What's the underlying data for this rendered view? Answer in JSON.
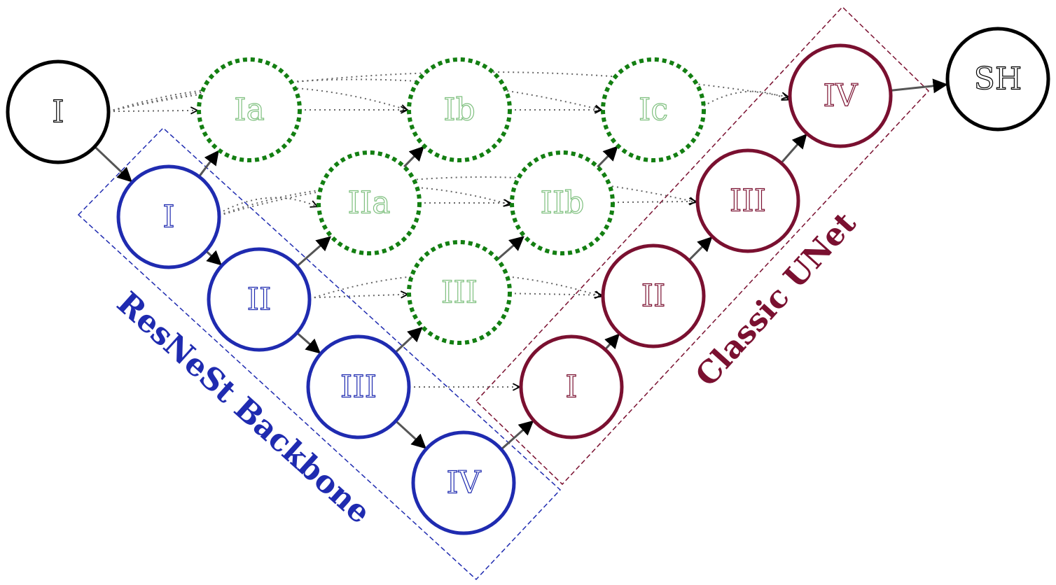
{
  "colors": {
    "input": "#000000",
    "backbone": "#1f2bb0",
    "nested": "#137f12",
    "nested_text": "#7fc07f",
    "decoder": "#7a1030",
    "edge": "#555555",
    "dotted": "#666666"
  },
  "nodes": {
    "input": {
      "label": "I",
      "role": "input"
    },
    "output": {
      "label": "SH",
      "role": "output"
    },
    "enc1": {
      "label": "I",
      "role": "backbone"
    },
    "enc2": {
      "label": "II",
      "role": "backbone"
    },
    "enc3": {
      "label": "III",
      "role": "backbone"
    },
    "enc4": {
      "label": "IV",
      "role": "backbone"
    },
    "n_ia": {
      "label": "Ia",
      "role": "nested"
    },
    "n_ib": {
      "label": "Ib",
      "role": "nested"
    },
    "n_ic": {
      "label": "Ic",
      "role": "nested"
    },
    "n_iia": {
      "label": "IIa",
      "role": "nested"
    },
    "n_iib": {
      "label": "IIb",
      "role": "nested"
    },
    "n_iii": {
      "label": "III",
      "role": "nested"
    },
    "dec1": {
      "label": "I",
      "role": "decoder"
    },
    "dec2": {
      "label": "II",
      "role": "decoder"
    },
    "dec3": {
      "label": "III",
      "role": "decoder"
    },
    "dec4": {
      "label": "IV",
      "role": "decoder"
    }
  },
  "groups": {
    "backbone_label": "ResNeSt Backbone",
    "decoder_label": "Classic UNet"
  },
  "edges": [
    {
      "from": "input",
      "to": "enc1",
      "style": "solid"
    },
    {
      "from": "enc1",
      "to": "enc2",
      "style": "solid"
    },
    {
      "from": "enc2",
      "to": "enc3",
      "style": "solid"
    },
    {
      "from": "enc3",
      "to": "enc4",
      "style": "solid"
    },
    {
      "from": "enc4",
      "to": "dec1",
      "style": "solid"
    },
    {
      "from": "dec1",
      "to": "dec2",
      "style": "solid"
    },
    {
      "from": "dec2",
      "to": "dec3",
      "style": "solid"
    },
    {
      "from": "dec3",
      "to": "dec4",
      "style": "solid"
    },
    {
      "from": "dec4",
      "to": "output",
      "style": "solid"
    },
    {
      "from": "enc1",
      "to": "n_ia",
      "style": "solid"
    },
    {
      "from": "enc2",
      "to": "n_iia",
      "style": "solid"
    },
    {
      "from": "enc3",
      "to": "n_iii",
      "style": "solid"
    },
    {
      "from": "n_iia",
      "to": "n_ib",
      "style": "solid"
    },
    {
      "from": "n_iii",
      "to": "n_iib",
      "style": "solid"
    },
    {
      "from": "n_iib",
      "to": "n_ic",
      "style": "solid"
    },
    {
      "from": "input",
      "to": "n_ia",
      "style": "dotted"
    },
    {
      "from": "n_ia",
      "to": "n_ib",
      "style": "dotted"
    },
    {
      "from": "n_ib",
      "to": "n_ic",
      "style": "dotted"
    },
    {
      "from": "n_ic",
      "to": "dec4",
      "style": "dotted"
    },
    {
      "from": "input",
      "to": "n_ib",
      "style": "dotted"
    },
    {
      "from": "input",
      "to": "n_ic",
      "style": "dotted"
    },
    {
      "from": "input",
      "to": "dec4",
      "style": "dotted"
    },
    {
      "from": "enc1",
      "to": "n_iia",
      "style": "dotted"
    },
    {
      "from": "n_iia",
      "to": "n_iib",
      "style": "dotted"
    },
    {
      "from": "n_iib",
      "to": "dec3",
      "style": "dotted"
    },
    {
      "from": "enc1",
      "to": "n_iib",
      "style": "dotted"
    },
    {
      "from": "enc1",
      "to": "dec3",
      "style": "dotted"
    },
    {
      "from": "enc2",
      "to": "n_iii",
      "style": "dotted"
    },
    {
      "from": "n_iii",
      "to": "dec2",
      "style": "dotted"
    },
    {
      "from": "enc2",
      "to": "dec2",
      "style": "dotted"
    },
    {
      "from": "enc3",
      "to": "dec1",
      "style": "dotted"
    }
  ]
}
